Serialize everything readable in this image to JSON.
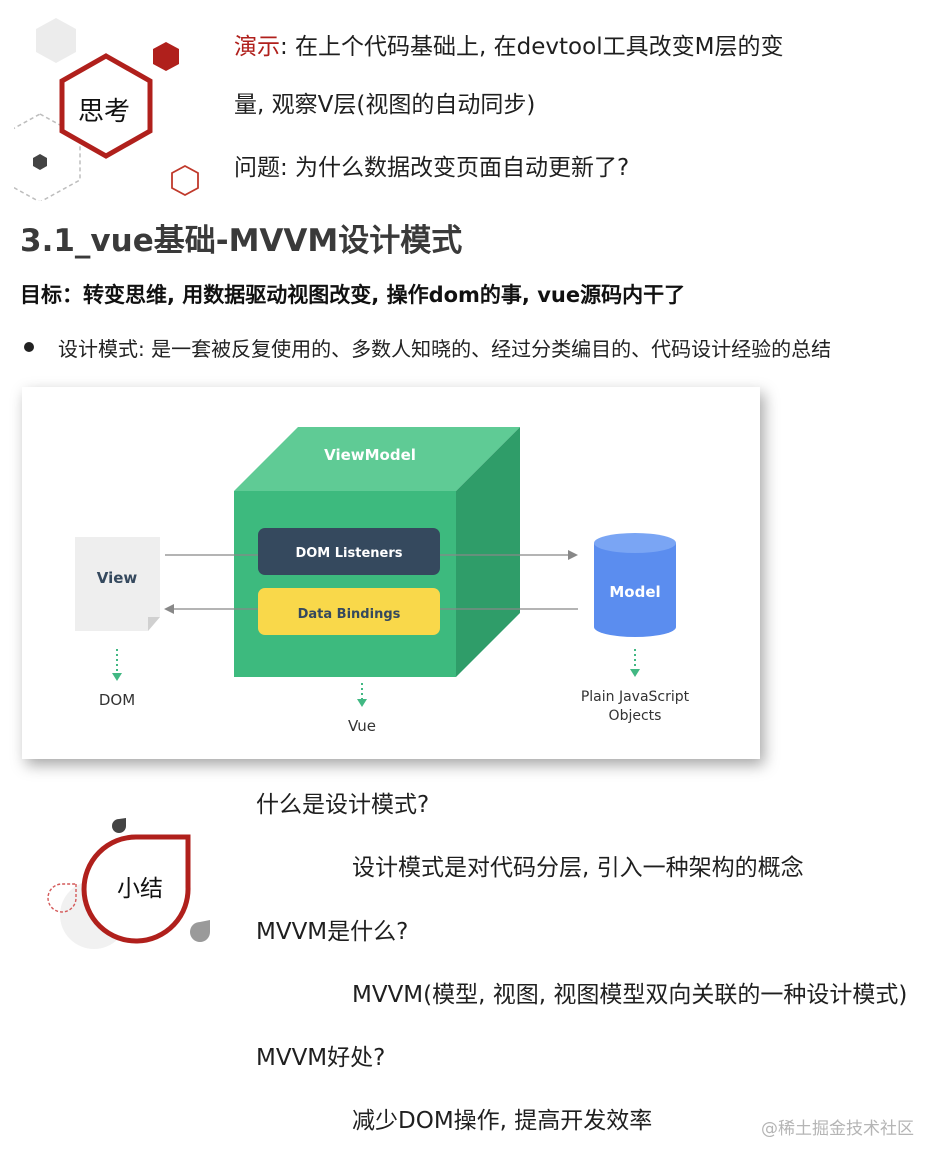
{
  "think": {
    "badge_label": "思考",
    "demo_prefix": "演示",
    "demo_line1": ": 在上个代码基础上, 在devtool工具改变M层的变",
    "demo_line2": "量, 观察V层(视图的自动同步)",
    "question": "问题: 为什么数据改变页面自动更新了?"
  },
  "section": {
    "title": "3.1_vue基础-MVVM设计模式",
    "goal": "目标：转变思维, 用数据驱动视图改变, 操作dom的事, vue源码内干了",
    "bullet": "设计模式: 是一套被反复使用的、多数人知晓的、经过分类编目的、代码设计经验的总结"
  },
  "diagram": {
    "viewmodel_label": "ViewModel",
    "dom_listeners_label": "DOM Listeners",
    "data_bindings_label": "Data Bindings",
    "view_label": "View",
    "model_label": "Model",
    "dom_label": "DOM",
    "vue_label": "Vue",
    "plain_js_line1": "Plain JavaScript",
    "plain_js_line2": "Objects",
    "colors": {
      "cube_front": "#3dba7e",
      "cube_top": "#5fcb95",
      "cube_side": "#2f9d69",
      "listeners_box": "#35495e",
      "bindings_box": "#f9d84a",
      "model_cylinder": "#5b8def",
      "arrow_green": "#42b883"
    }
  },
  "summary": {
    "badge_label": "小结",
    "q1": "什么是设计模式?",
    "a1": "设计模式是对代码分层, 引入一种架构的概念",
    "q2": "MVVM是什么?",
    "a2": "MVVM(模型, 视图, 视图模型双向关联的一种设计模式)",
    "q3": "MVVM好处?",
    "a3": "减少DOM操作, 提高开发效率"
  },
  "watermark": "@稀土掘金技术社区"
}
